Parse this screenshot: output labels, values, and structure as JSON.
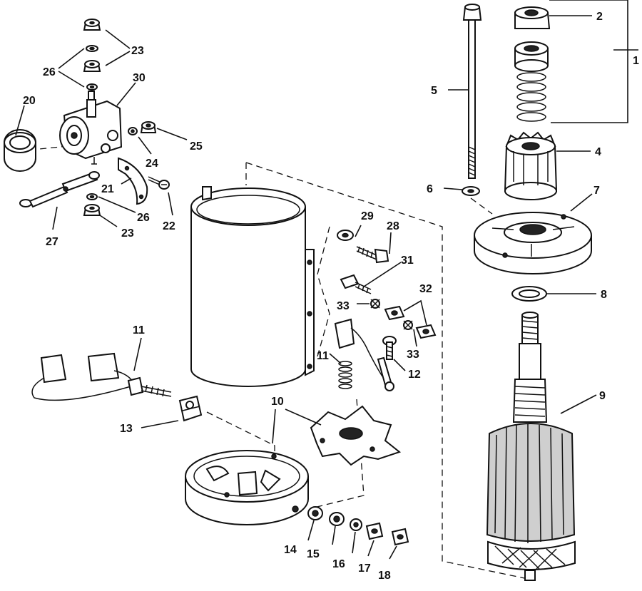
{
  "diagram": {
    "callouts": {
      "n1": "1",
      "n2": "2",
      "n4": "4",
      "n5": "5",
      "n6": "6",
      "n7": "7",
      "n8": "8",
      "n9": "9",
      "n10": "10",
      "n11a": "11",
      "n11b": "11",
      "n12": "12",
      "n13": "13",
      "n14": "14",
      "n15": "15",
      "n16": "16",
      "n17": "17",
      "n18": "18",
      "n20": "20",
      "n21": "21",
      "n22": "22",
      "n23a": "23",
      "n23b": "23",
      "n24": "24",
      "n25": "25",
      "n26a": "26",
      "n26b": "26",
      "n27": "27",
      "n28": "28",
      "n29": "29",
      "n30": "30",
      "n31": "31",
      "n32": "32",
      "n33a": "33",
      "n33b": "33"
    }
  }
}
